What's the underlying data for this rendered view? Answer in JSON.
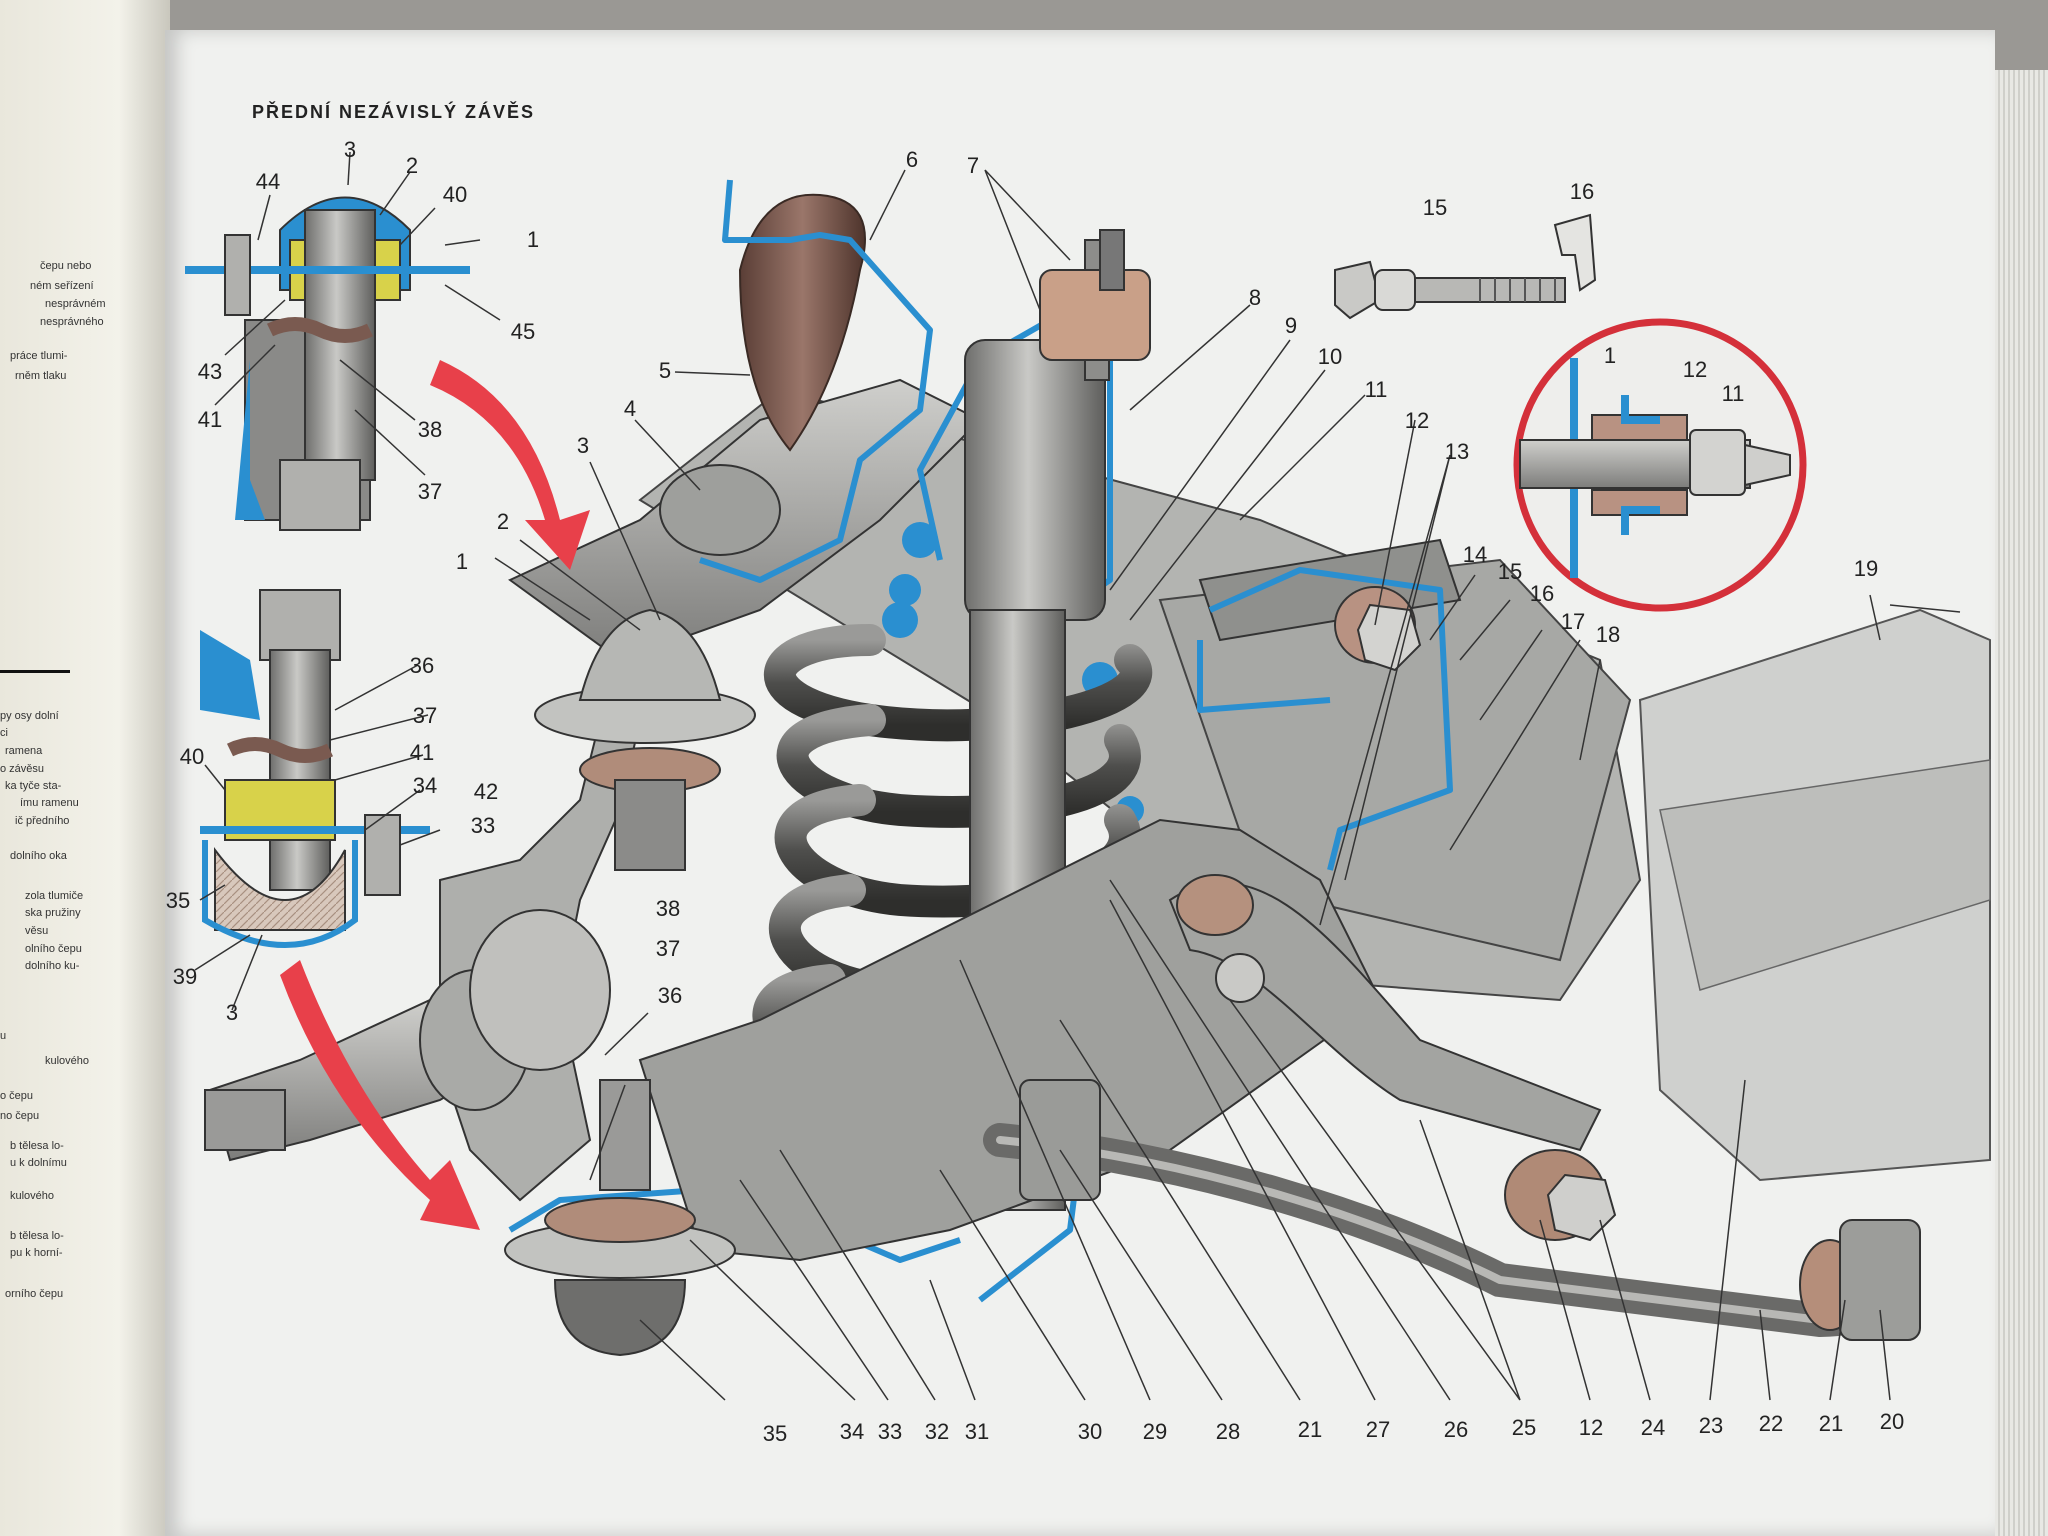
{
  "page": {
    "title": "PŘEDNÍ NEZÁVISLÝ ZÁVĚS",
    "left_page_fragments": [
      "čepu nebo",
      "ném seřízení",
      "nesprávném",
      "nesprávného",
      "práce tlumi-",
      "rněm tlaku",
      "py osy dolní",
      "ci",
      "ramena",
      "o závěsu",
      "ka tyče sta-",
      "ímu ramenu",
      "ič předního",
      "dolního oka",
      "zola tlumiče",
      "ska pružiny",
      "věsu",
      "olního čepu",
      "dolního ku-",
      "u",
      "kulového",
      "o čepu",
      "no čepu",
      "b tělesa lo-",
      "u k dolnímu",
      "kulového",
      "b tělesa lo-",
      "pu k horní-",
      "orního čepu"
    ]
  },
  "accent_colors": {
    "section_blue": "#2a8fd0",
    "arrow_red": "#e8404a",
    "magnifier_ring": "#d4303a",
    "rubber_boot": "#7a5a50",
    "felt_yellow": "#d8d24a",
    "metal_gray": "#8a8a88"
  },
  "labels": [
    {
      "id": "top-inset-3",
      "text": "3"
    },
    {
      "id": "top-inset-2",
      "text": "2"
    },
    {
      "id": "top-inset-44",
      "text": "44"
    },
    {
      "id": "top-inset-40",
      "text": "40"
    },
    {
      "id": "top-inset-1",
      "text": "1"
    },
    {
      "id": "top-inset-45",
      "text": "45"
    },
    {
      "id": "top-inset-43",
      "text": "43"
    },
    {
      "id": "top-inset-41",
      "text": "41"
    },
    {
      "id": "top-inset-38",
      "text": "38"
    },
    {
      "id": "top-inset-37",
      "text": "37"
    },
    {
      "id": "bot-inset-36",
      "text": "36"
    },
    {
      "id": "bot-inset-37",
      "text": "37"
    },
    {
      "id": "bot-inset-40",
      "text": "40"
    },
    {
      "id": "bot-inset-41",
      "text": "41"
    },
    {
      "id": "bot-inset-34",
      "text": "34"
    },
    {
      "id": "bot-inset-42",
      "text": "42"
    },
    {
      "id": "bot-inset-33",
      "text": "33"
    },
    {
      "id": "bot-inset-35",
      "text": "35"
    },
    {
      "id": "bot-inset-39",
      "text": "39"
    },
    {
      "id": "bot-inset-3",
      "text": "3"
    },
    {
      "id": "main-1",
      "text": "1"
    },
    {
      "id": "main-2",
      "text": "2"
    },
    {
      "id": "main-3",
      "text": "3"
    },
    {
      "id": "main-4",
      "text": "4"
    },
    {
      "id": "main-5",
      "text": "5"
    },
    {
      "id": "main-6",
      "text": "6"
    },
    {
      "id": "main-7",
      "text": "7"
    },
    {
      "id": "main-8",
      "text": "8"
    },
    {
      "id": "main-9",
      "text": "9"
    },
    {
      "id": "main-10",
      "text": "10"
    },
    {
      "id": "main-11",
      "text": "11"
    },
    {
      "id": "main-12",
      "text": "12"
    },
    {
      "id": "main-13",
      "text": "13"
    },
    {
      "id": "main-14",
      "text": "14"
    },
    {
      "id": "main-15",
      "text": "15"
    },
    {
      "id": "main-16",
      "text": "16"
    },
    {
      "id": "main-17",
      "text": "17"
    },
    {
      "id": "main-18",
      "text": "18"
    },
    {
      "id": "main-19",
      "text": "19"
    },
    {
      "id": "main-36",
      "text": "36"
    },
    {
      "id": "main-37",
      "text": "37"
    },
    {
      "id": "main-38",
      "text": "38"
    },
    {
      "id": "bolt-15",
      "text": "15"
    },
    {
      "id": "bolt-16",
      "text": "16"
    },
    {
      "id": "mag-1",
      "text": "1"
    },
    {
      "id": "mag-12",
      "text": "12"
    },
    {
      "id": "mag-11",
      "text": "11"
    },
    {
      "id": "bottom-35",
      "text": "35"
    },
    {
      "id": "bottom-34",
      "text": "34"
    },
    {
      "id": "bottom-33",
      "text": "33"
    },
    {
      "id": "bottom-32",
      "text": "32"
    },
    {
      "id": "bottom-31",
      "text": "31"
    },
    {
      "id": "bottom-30",
      "text": "30"
    },
    {
      "id": "bottom-29",
      "text": "29"
    },
    {
      "id": "bottom-28",
      "text": "28"
    },
    {
      "id": "bottom-21a",
      "text": "21"
    },
    {
      "id": "bottom-27",
      "text": "27"
    },
    {
      "id": "bottom-26",
      "text": "26"
    },
    {
      "id": "bottom-25",
      "text": "25"
    },
    {
      "id": "bottom-12",
      "text": "12"
    },
    {
      "id": "bottom-24",
      "text": "24"
    },
    {
      "id": "bottom-23",
      "text": "23"
    },
    {
      "id": "bottom-22",
      "text": "22"
    },
    {
      "id": "bottom-21b",
      "text": "21"
    },
    {
      "id": "bottom-20",
      "text": "20"
    }
  ]
}
